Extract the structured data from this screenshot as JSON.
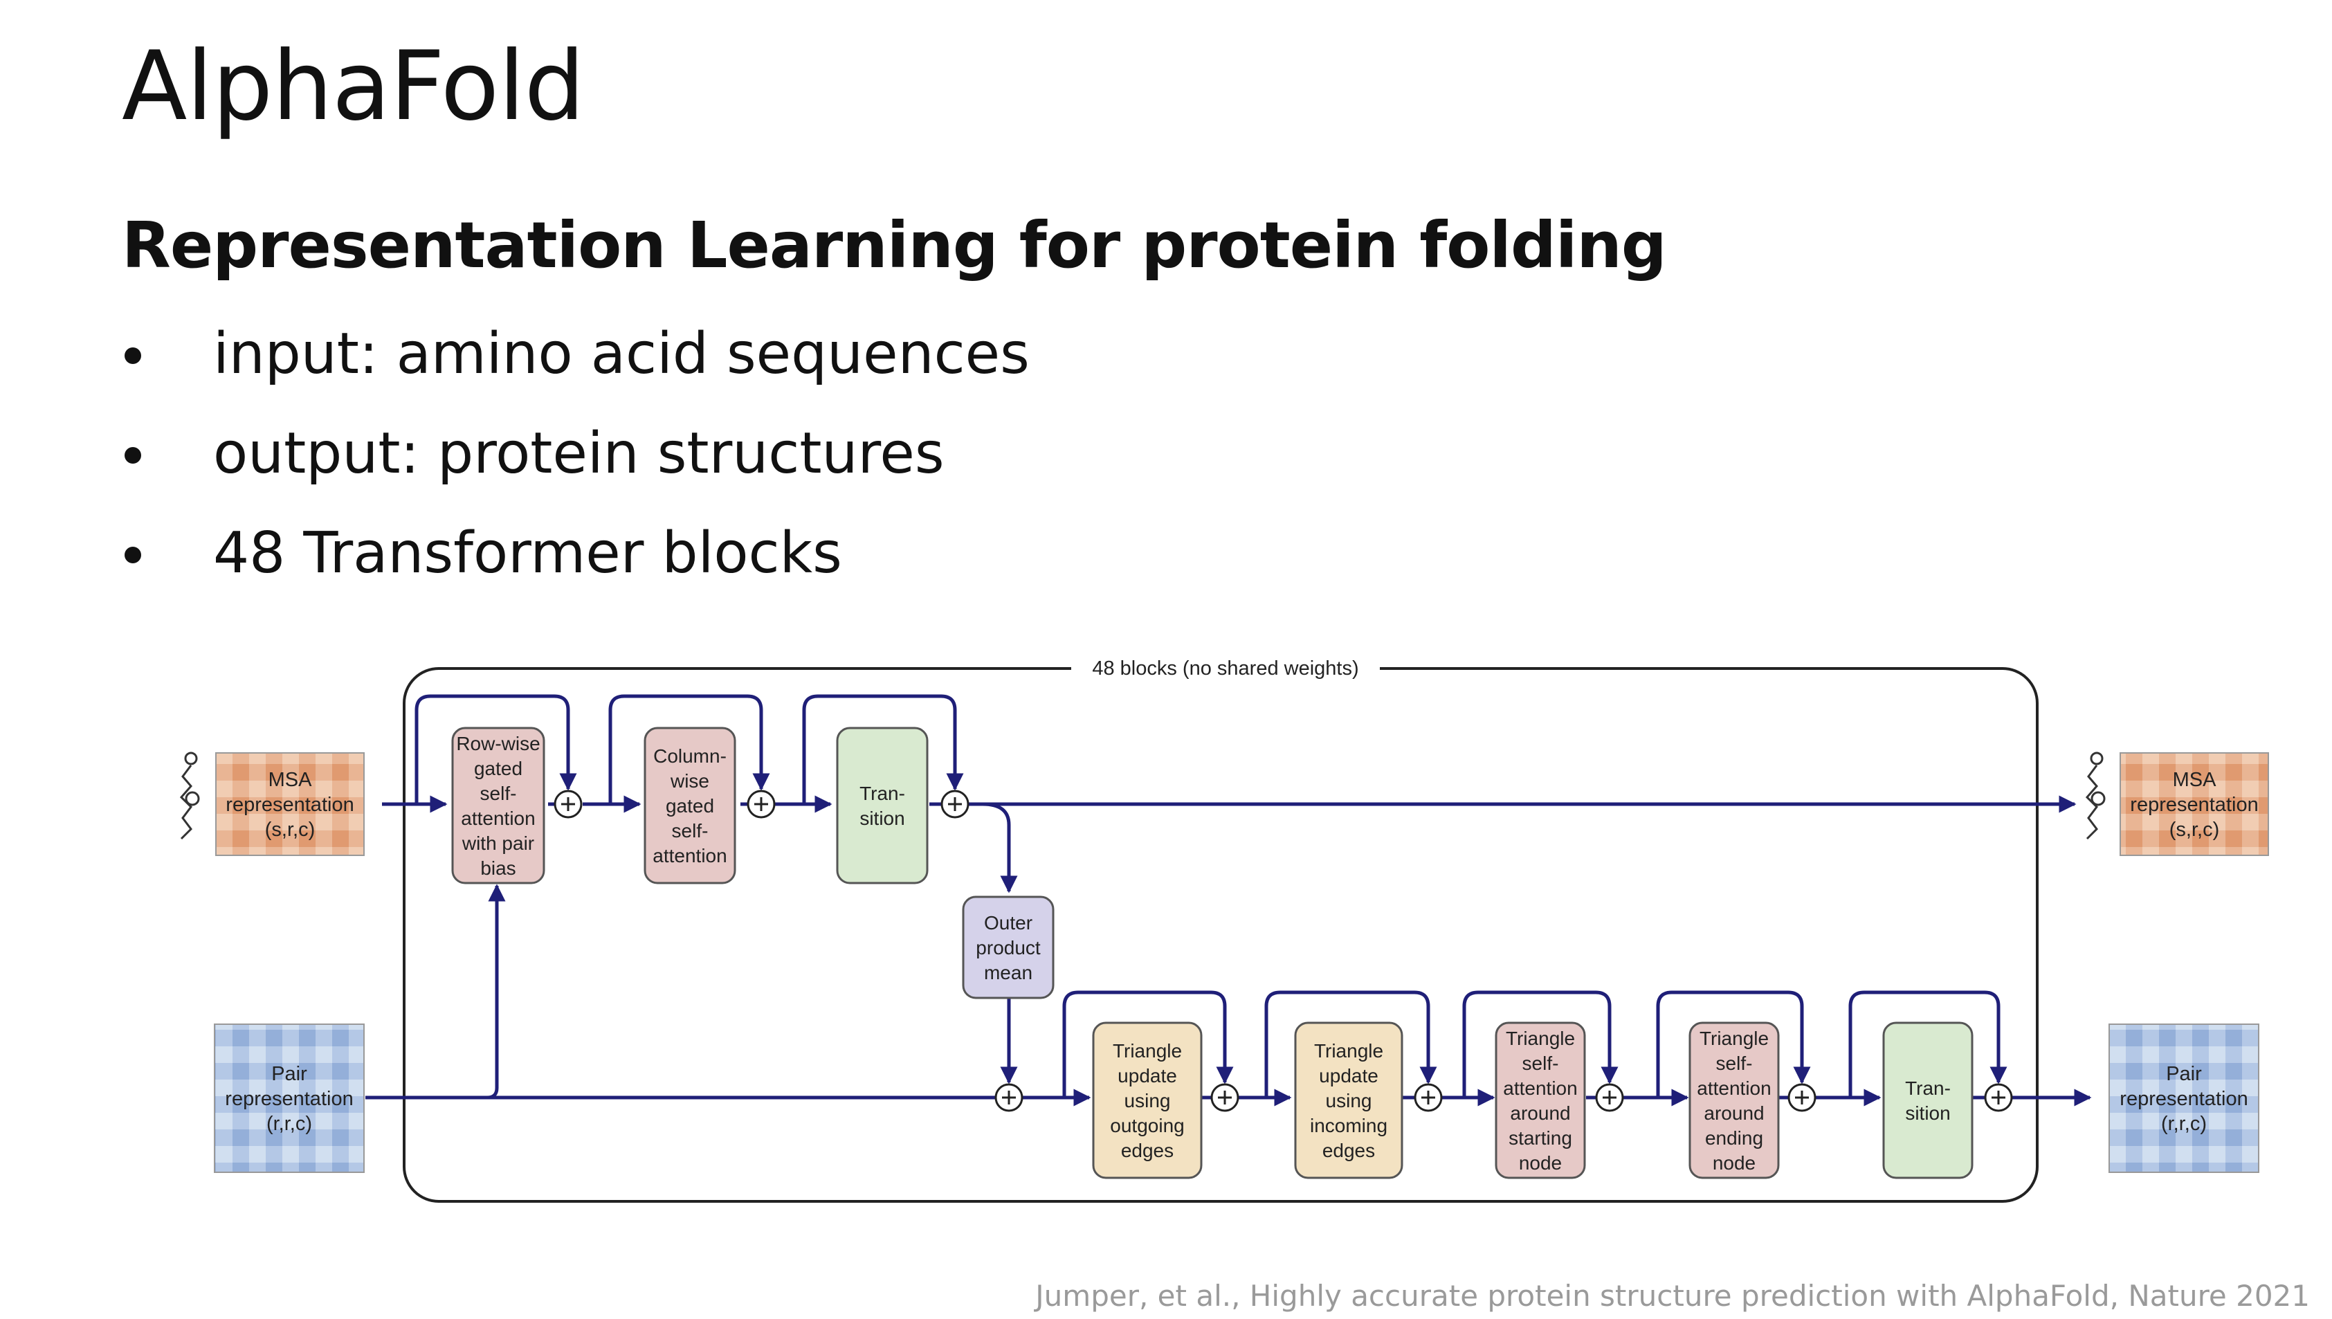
{
  "slide": {
    "title": "AlphaFold",
    "subtitle": "Representation Learning for protein folding",
    "bullets": [
      "input: amino acid sequences",
      "output: protein structures",
      "48 Transformer blocks"
    ],
    "citation": "Jumper, et al., Highly accurate protein structure prediction with AlphaFold, Nature 2021"
  },
  "diagram": {
    "frame_label": "48 blocks (no shared weights)",
    "msa_in": [
      "MSA",
      "representation",
      "(s,r,c)"
    ],
    "pair_in": [
      "Pair",
      "representation",
      "(r,r,c)"
    ],
    "msa_out": [
      "MSA",
      "representation",
      "(s,r,c)"
    ],
    "pair_out": [
      "Pair",
      "representation",
      "(r,r,c)"
    ],
    "blocks": {
      "row_attention": [
        "Row-wise",
        "gated",
        "self-",
        "attention",
        "with pair",
        "bias"
      ],
      "col_attention": [
        "Column-",
        "wise",
        "gated",
        "self-",
        "attention"
      ],
      "msa_transition": [
        "Tran-",
        "sition"
      ],
      "outer_product": [
        "Outer",
        "product",
        "mean"
      ],
      "tri_out": [
        "Triangle",
        "update",
        "using",
        "outgoing",
        "edges"
      ],
      "tri_in": [
        "Triangle",
        "update",
        "using",
        "incoming",
        "edges"
      ],
      "tri_att_start": [
        "Triangle",
        "self-",
        "attention",
        "around",
        "starting",
        "node"
      ],
      "tri_att_end": [
        "Triangle",
        "self-",
        "attention",
        "around",
        "ending",
        "node"
      ],
      "pair_transition": [
        "Tran-",
        "sition"
      ]
    },
    "colors": {
      "line": "#1f1f78",
      "frame": "#222222",
      "attention": "#e6c9c7",
      "transition": "#d9ead0",
      "outer_product": "#d5d2ea",
      "triangle_update": "#f3e2c2",
      "msa_tile": "#e4a27a",
      "pair_tile": "#9fb8dd"
    }
  }
}
